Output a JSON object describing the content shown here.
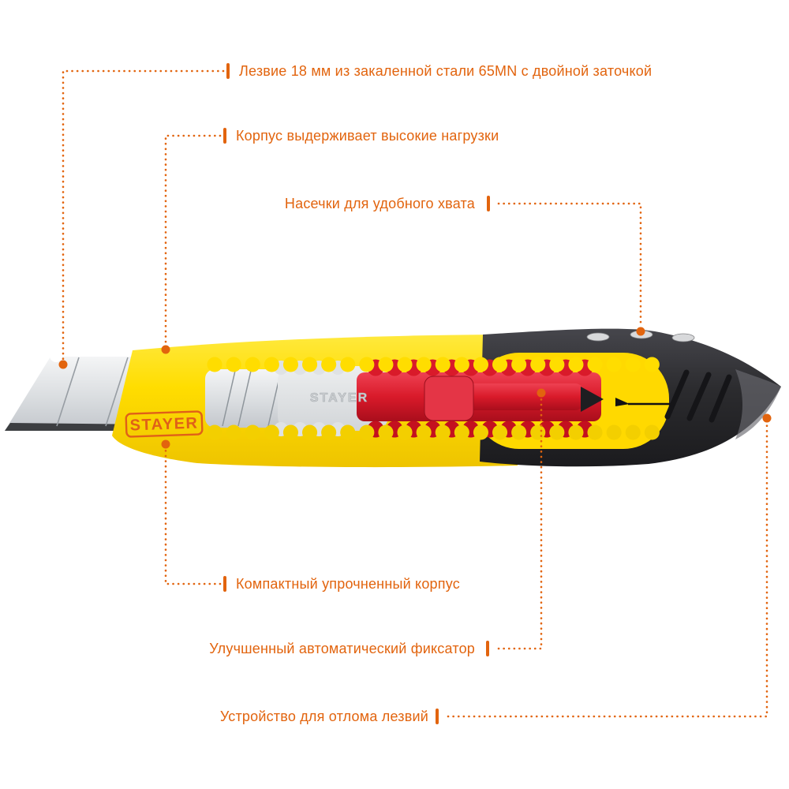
{
  "product": {
    "type": "utility-knife",
    "brand_badge_label": "STAYER",
    "brand_embossed_label": "STAYER"
  },
  "colors": {
    "accent_orange": "#e2640e",
    "body_yellow": "#ffdd00",
    "slider_red": "#d91a2a",
    "cap_black": "#2b2b2e",
    "blade_silver": "#d9dcdf"
  },
  "callouts": [
    {
      "id": "blade",
      "text": "Лезвие 18 мм из закаленной стали 65MN с двойной заточкой",
      "side": "right"
    },
    {
      "id": "body-strength",
      "text": "Корпус выдерживает высокие нагрузки",
      "side": "right"
    },
    {
      "id": "grip-notches",
      "text": "Насечки для удобного хвата",
      "side": "left"
    },
    {
      "id": "compact-body",
      "text": "Компактный упрочненный корпус",
      "side": "right"
    },
    {
      "id": "auto-lock",
      "text": "Улучшенный автоматический фиксатор",
      "side": "left"
    },
    {
      "id": "blade-snapper",
      "text": "Устройство для отлома лезвий",
      "side": "left"
    }
  ]
}
